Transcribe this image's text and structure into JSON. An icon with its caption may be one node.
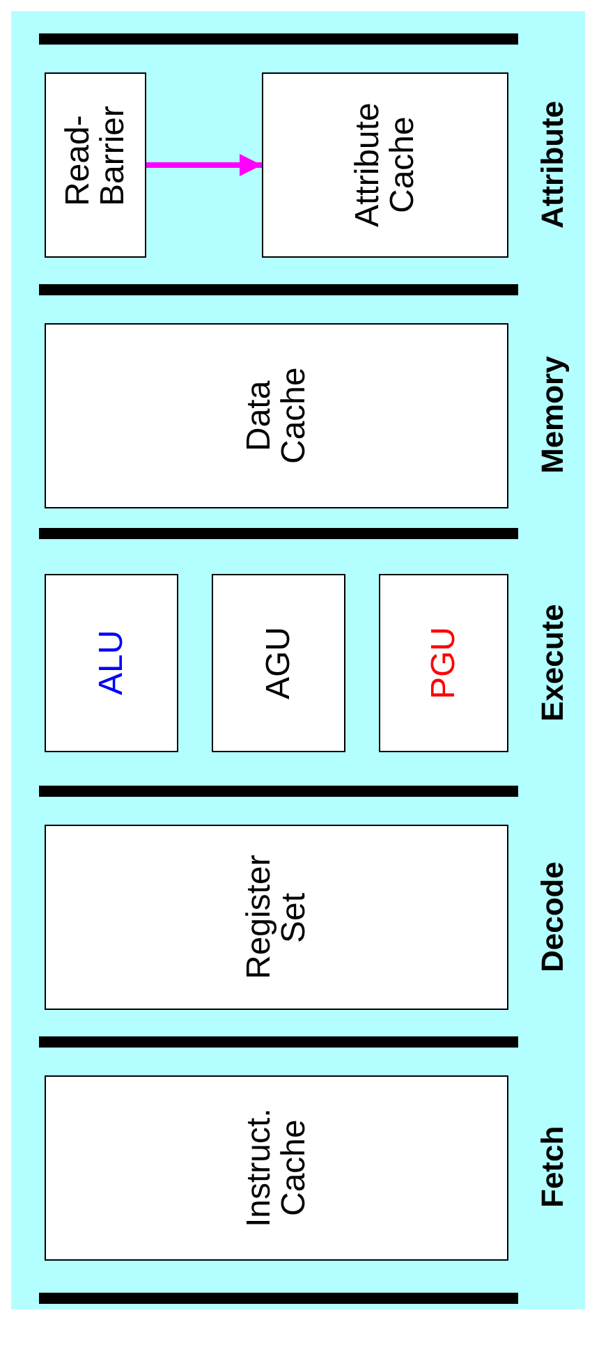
{
  "diagram": {
    "nodes": [
      {
        "text": [
          "Instruct. Cache"
        ]
      },
      {
        "text": [
          "Register Set"
        ]
      },
      {
        "text": [
          "ALU"
        ]
      },
      {
        "text": [
          "AGU"
        ]
      },
      {
        "text": [
          "PGU"
        ]
      },
      {
        "text": [
          "Data Cache"
        ]
      },
      {
        "text": [
          "Read-Barrier"
        ]
      },
      {
        "text": [
          "Attribute Cache"
        ]
      }
    ],
    "edges": [
      {
        "from": 6,
        "to": 7,
        "arrow": "to",
        "color": "#ff00ff"
      }
    ],
    "labels": [
      "Fetch",
      "Decode",
      "Execute",
      "Memory",
      "Attribute"
    ]
  }
}
